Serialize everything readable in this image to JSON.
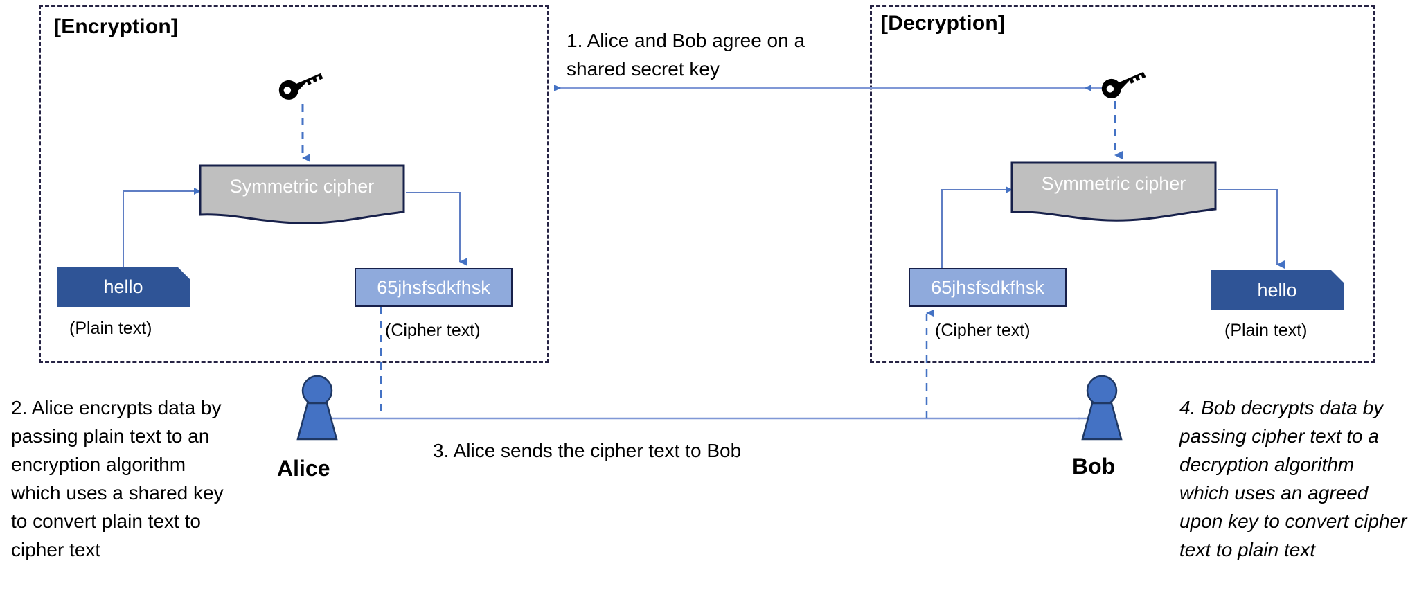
{
  "regions": {
    "encryption": {
      "title": "[Encryption]"
    },
    "decryption": {
      "title": "[Decryption]"
    }
  },
  "encryption": {
    "cipher_label": "Symmetric cipher",
    "plain_value": "hello",
    "plain_caption": "(Plain text)",
    "cipher_value": "65jhsfsdkfhsk",
    "cipher_caption": "(Cipher text)"
  },
  "decryption": {
    "cipher_label": "Symmetric cipher",
    "cipher_value": "65jhsfsdkfhsk",
    "cipher_caption": "(Cipher text)",
    "plain_value": "hello",
    "plain_caption": "(Plain text)"
  },
  "people": {
    "alice": "Alice",
    "bob": "Bob"
  },
  "steps": {
    "step1": "1. Alice and Bob agree on a shared secret key",
    "step2": "2.  Alice encrypts data by passing plain text to an encryption algorithm which uses a shared key to convert plain text to cipher text",
    "step3": "3. Alice sends the cipher text to Bob",
    "step4": "4. Bob decrypts data by passing cipher text to a decryption algorithm which uses an agreed upon key to convert cipher text to plain text"
  },
  "colors": {
    "region_border": "#262344",
    "plain_box_fill": "#2F5496",
    "cipher_box_fill": "#8FAADC",
    "process_fill": "#BFBFBF",
    "arrow_blue": "#4472C4",
    "person_fill": "#4472C4",
    "key_fill": "#000000"
  }
}
